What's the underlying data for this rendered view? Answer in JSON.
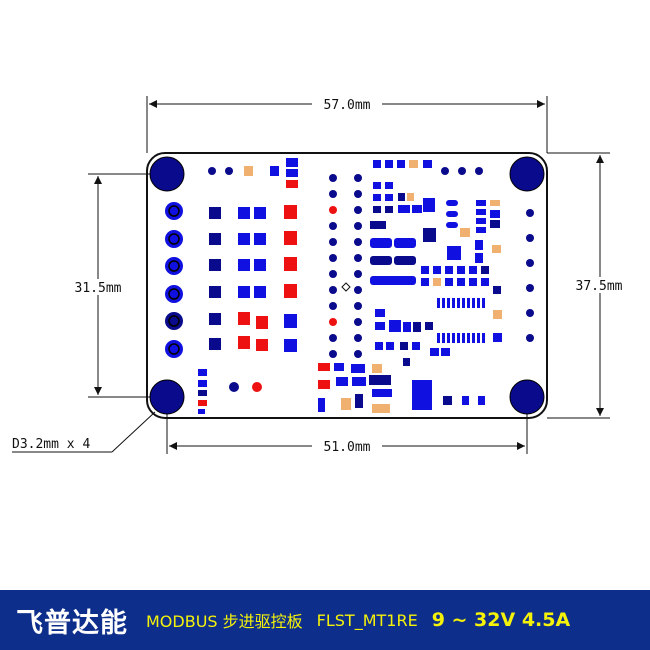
{
  "dimensions": {
    "board_width": "57.0mm",
    "hole_spacing_x": "51.0mm",
    "board_height": "37.5mm",
    "hole_spacing_y": "31.5mm",
    "hole_note": "D3.2mm x 4"
  },
  "footer": {
    "brand": "飞普达能",
    "product": "MODBUS 步进驱控板",
    "model": "FLST_MT1RE",
    "spec": "9 ~ 32V 4.5A"
  },
  "colors": {
    "pad_blue": "#1010e0",
    "pad_dark": "#0a0a8c",
    "pad_red": "#ee1111",
    "pad_orange": "#f0b070",
    "footer_bg": "#0d2e8a",
    "footer_text": "#f5f20a"
  },
  "icons": {
    "mounting_hole": "filled-circle",
    "connector_pin": "ringed-circle"
  }
}
